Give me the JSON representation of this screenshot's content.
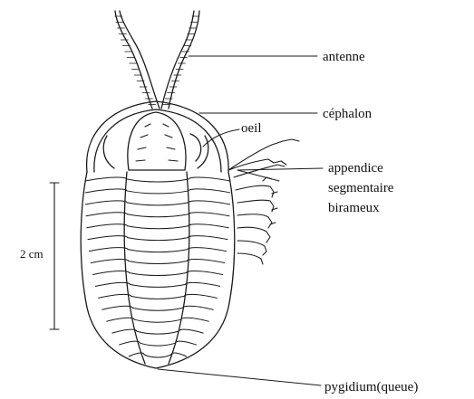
{
  "labels": {
    "antenne": "antenne",
    "cephalon": "céphalon",
    "oeil": "oeil",
    "appendice_line1": "appendice",
    "appendice_line2": "segmentaire",
    "appendice_line3": "birameux",
    "scale": "2 cm",
    "pygidium": "pygidium(queue)"
  },
  "colors": {
    "ink": "#1a1a1a",
    "background": "#ffffff"
  }
}
